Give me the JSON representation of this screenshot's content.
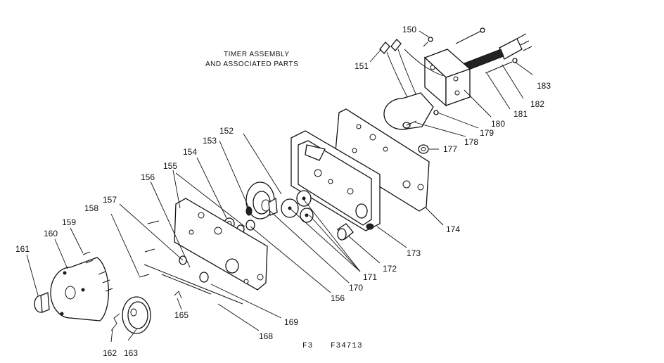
{
  "title": {
    "line1": "TIMER ASSEMBLY",
    "line2": "AND ASSOCIATED PARTS"
  },
  "figure": {
    "fig": "F3",
    "code": "F34713"
  },
  "callouts": [
    "150",
    "151",
    "183",
    "182",
    "181",
    "180",
    "179",
    "178",
    "177",
    "174",
    "173",
    "172",
    "171",
    "170",
    "169",
    "168",
    "165",
    "163",
    "162",
    "161",
    "160",
    "159",
    "158",
    "157",
    "156",
    "155",
    "154",
    "153",
    "152",
    "156"
  ]
}
